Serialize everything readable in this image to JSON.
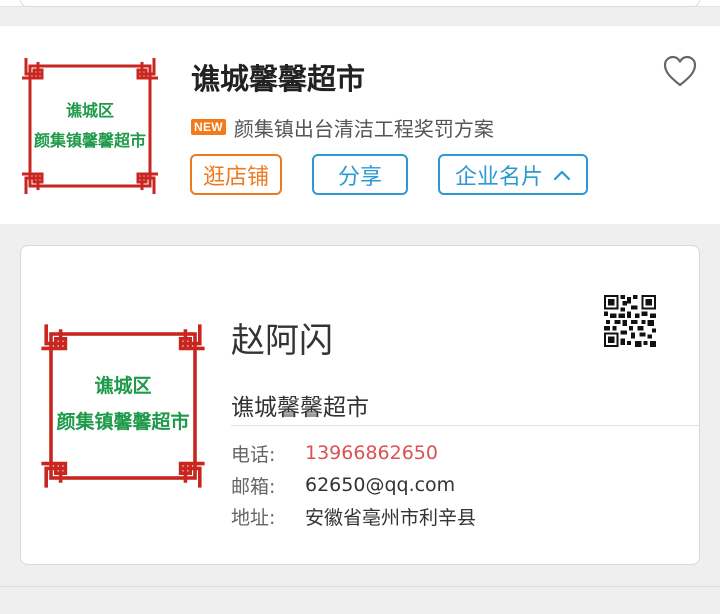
{
  "shop": {
    "name": "谯城馨馨超市",
    "logo_line1": "谯城区",
    "logo_line2": "颜集镇馨馨超市",
    "news_badge": "NEW",
    "news_text": "颜集镇出台清洁工程奖罚方案",
    "buttons": {
      "store": "逛店铺",
      "share": "分享",
      "card": "企业名片"
    }
  },
  "business_card": {
    "person_name": "赵阿闪",
    "company": "谯城馨馨超市",
    "rows": [
      {
        "label": "电话:",
        "value": "13966862650"
      },
      {
        "label": "邮箱:",
        "value": "62650@qq.com"
      },
      {
        "label": "地址:",
        "value": "安徽省亳州市利辛县"
      }
    ]
  },
  "icons": {
    "favorite": "heart-outline-icon",
    "collapse": "chevron-up-icon",
    "qr": "qr-code-icon"
  },
  "colors": {
    "orange": "#ef7a1e",
    "blue": "#2b9ad3",
    "logo_frame": "#c8261f",
    "logo_text": "#1e9a4a",
    "phone": "#d9534f"
  }
}
